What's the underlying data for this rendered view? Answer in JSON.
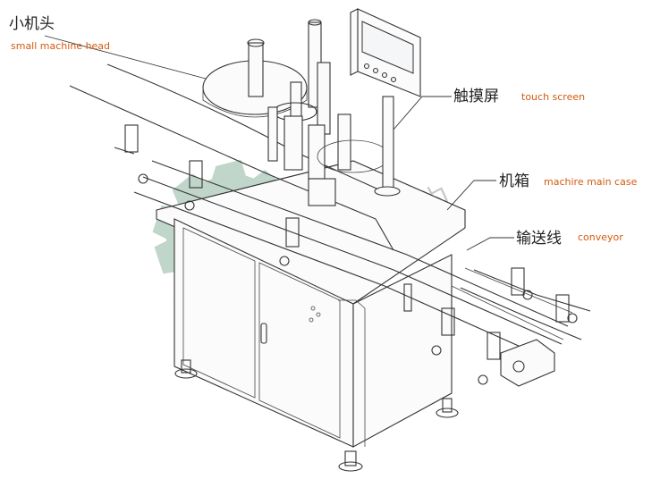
{
  "labels": {
    "machine_head_zh": "小机头",
    "machine_head_en": "small  machine head",
    "touch_screen_zh": "触摸屏",
    "touch_screen_en": "touch screen",
    "main_case_zh": "机箱",
    "main_case_en": "machire main case",
    "conveyor_zh": "输送线",
    "conveyor_en": "conveyor"
  },
  "watermark": {
    "text_en": "LeadWorld",
    "text_zh": "尼为",
    "colors": {
      "gear": "#8fb5a0",
      "stripe_red": "#e8604a",
      "stripe_orange": "#f2a25a"
    }
  }
}
